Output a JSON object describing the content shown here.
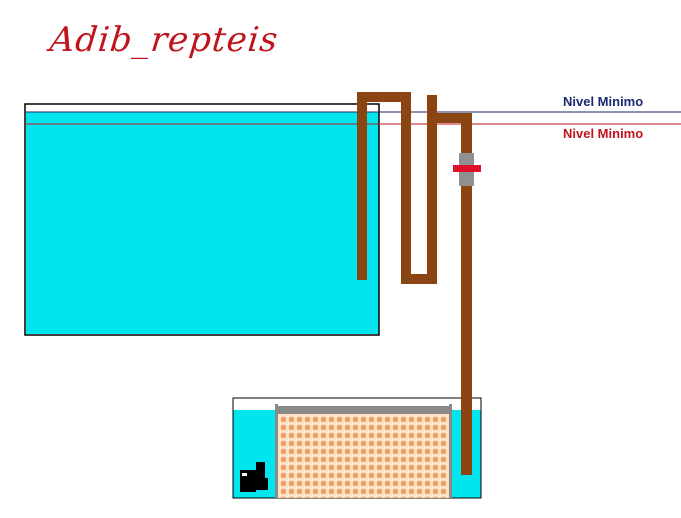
{
  "title": "Adib_repteis",
  "levels": [
    {
      "label": "Nivel Minimo",
      "color": "#1a2a6e"
    },
    {
      "label": "Nivel Minimo",
      "color": "#c0141c"
    }
  ],
  "colors": {
    "water": "#00e5ee",
    "pipe": "#8b4513",
    "valve_body": "#909090",
    "valve_handle": "#e0102a",
    "media_grid": "#e8a070",
    "media_dots": "#f0c08a",
    "pump": "#000000",
    "title": "#c0141c"
  }
}
